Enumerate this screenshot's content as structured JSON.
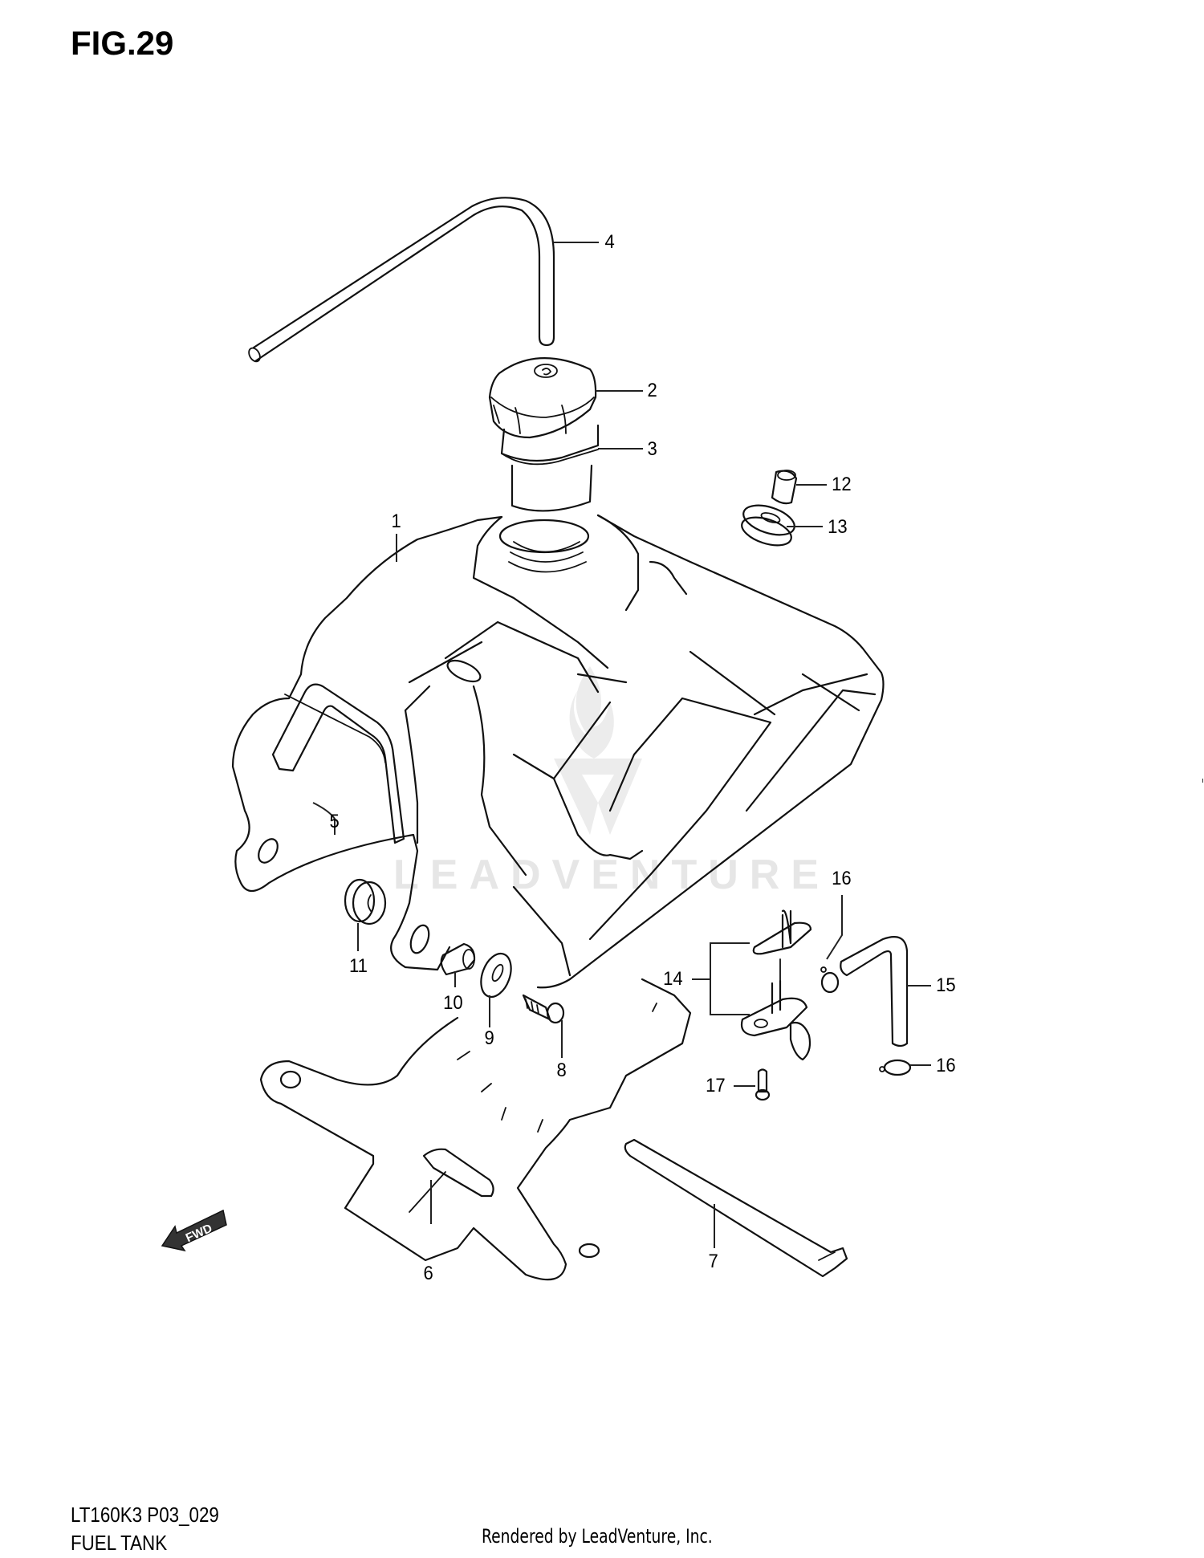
{
  "header": {
    "figure_title": "FIG.29"
  },
  "footer": {
    "model_code": "LT160K3 P03_029",
    "section_name": "FUEL TANK",
    "render_credit": "Rendered by LeadVenture, Inc."
  },
  "watermark": {
    "text": "LEADVENTURE"
  },
  "direction_indicator": {
    "label": "FWD"
  },
  "callouts": [
    {
      "number": "1",
      "part": "fuel-tank"
    },
    {
      "number": "2",
      "part": "fuel-cap"
    },
    {
      "number": "3",
      "part": "cap-gasket-ring"
    },
    {
      "number": "4",
      "part": "breather-hose"
    },
    {
      "number": "5",
      "part": "tank-guard-bar"
    },
    {
      "number": "6",
      "part": "mounting-bracket"
    },
    {
      "number": "7",
      "part": "strap"
    },
    {
      "number": "8",
      "part": "bolt"
    },
    {
      "number": "9",
      "part": "washer"
    },
    {
      "number": "10",
      "part": "spacer-collar"
    },
    {
      "number": "11",
      "part": "cushion-grommet"
    },
    {
      "number": "12",
      "part": "collar"
    },
    {
      "number": "13",
      "part": "cushion"
    },
    {
      "number": "14",
      "part": "fuel-cock-assembly"
    },
    {
      "number": "15",
      "part": "fuel-hose"
    },
    {
      "number": "16",
      "part": "hose-clip"
    },
    {
      "number": "16",
      "part": "hose-clip"
    },
    {
      "number": "17",
      "part": "screw"
    }
  ]
}
